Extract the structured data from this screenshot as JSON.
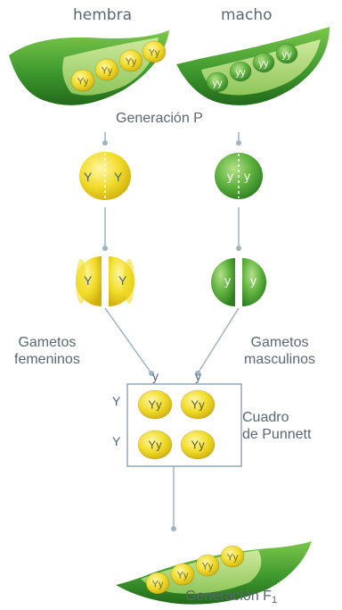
{
  "parents": {
    "female_label": "hembra",
    "male_label": "macho",
    "female_peas": [
      "Yy",
      "Yy",
      "Yy",
      "Yy"
    ],
    "male_peas": [
      "yy",
      "yy",
      "yy",
      "yy"
    ]
  },
  "generation_p": "Generación P",
  "seeds": {
    "female_seed": [
      "Y",
      "Y"
    ],
    "male_seed": [
      "y",
      "y"
    ]
  },
  "gametes": {
    "female_label": [
      "Gametos",
      "femeninos"
    ],
    "male_label": [
      "Gametos",
      "masculinos"
    ],
    "female_halves": [
      "Y",
      "Y"
    ],
    "male_halves": [
      "y",
      "y"
    ]
  },
  "punnett": {
    "label": [
      "Cuadro",
      "de Punnett"
    ],
    "column_headers": [
      "y",
      "y"
    ],
    "row_headers": [
      "Y",
      "Y"
    ],
    "cells": [
      "Yy",
      "Yy",
      "Yy",
      "Yy"
    ]
  },
  "f1": {
    "label_main": "Generación F",
    "label_sub": "1",
    "peas": [
      "Yy",
      "Yy",
      "Yy",
      "Yy"
    ]
  },
  "colors": {
    "yellow_pea": "#f2dc2a",
    "green_pea": "#5db13d",
    "pod_green": "#3f9a2f",
    "connector": "#9fb4c2",
    "text": "#5b6770"
  }
}
